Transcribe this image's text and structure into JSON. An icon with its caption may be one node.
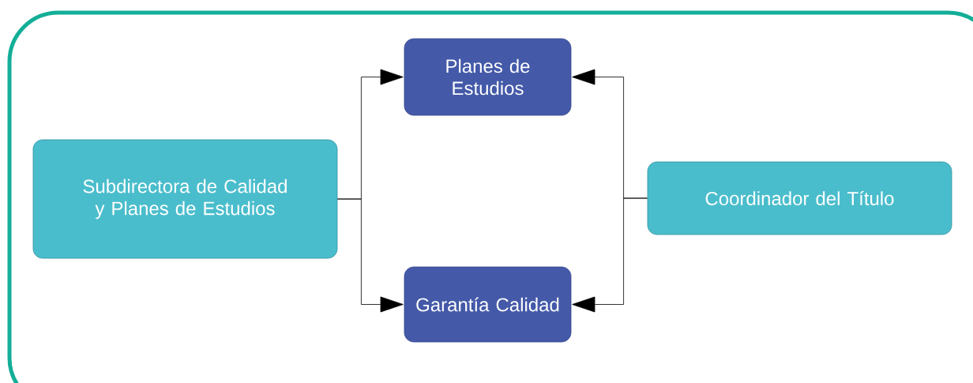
{
  "diagram": {
    "nodes": [
      {
        "text": [
          "Subdirectora de Calidad y Planes de Estudios"
        ]
      },
      {
        "text": [
          "Planes de Estudios"
        ]
      },
      {
        "text": [
          "Garantía Calidad"
        ]
      },
      {
        "text": [
          "Coordinador del Título"
        ]
      }
    ],
    "edges": [
      {
        "from": 0,
        "to": 1,
        "arrow": "to"
      },
      {
        "from": 0,
        "to": 2,
        "arrow": "to"
      },
      {
        "from": 3,
        "to": 1,
        "arrow": "to"
      },
      {
        "from": 3,
        "to": 2,
        "arrow": "to"
      }
    ]
  }
}
